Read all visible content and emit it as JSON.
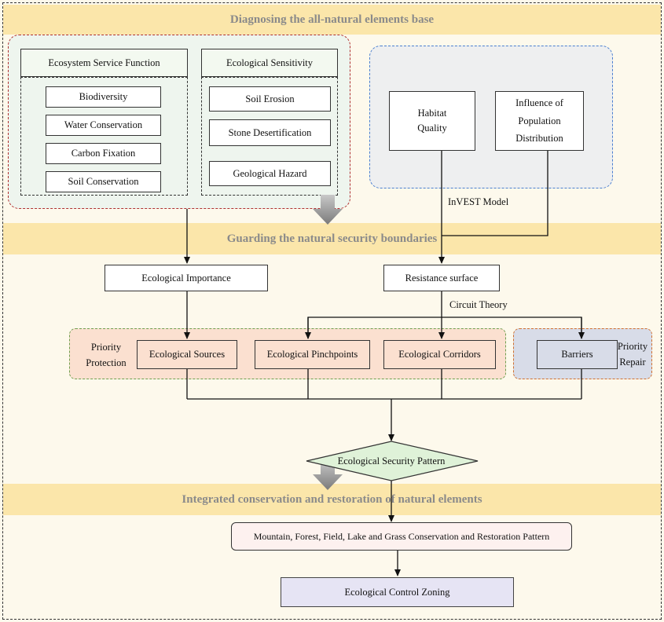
{
  "bands": {
    "top": "Diagnosing the all-natural elements base",
    "middle": "Guarding the natural security boundaries",
    "bottom": "Integrated conservation and restoration of natural elements"
  },
  "ecosystem": {
    "header": "Ecosystem Service Function",
    "items": [
      "Biodiversity",
      "Water Conservation",
      "Carbon Fixation",
      "Soil Conservation"
    ]
  },
  "sensitivity": {
    "header": "Ecological Sensitivity",
    "items": [
      "Soil Erosion",
      "Stone Desertification",
      "Geological Hazard"
    ]
  },
  "invest": {
    "habitat": "Habitat Quality",
    "population": "Influence of Population Distribution",
    "model_label": "InVEST Model"
  },
  "importance": "Ecological Importance",
  "resistance": "Resistance surface",
  "circuit_label": "Circuit Theory",
  "protection": {
    "label": "Priority Protection",
    "sources": "Ecological Sources",
    "pinchpoints": "Ecological Pinchpoints",
    "corridors": "Ecological Corridors"
  },
  "repair": {
    "label": "Priority Repair",
    "barriers": "Barriers"
  },
  "pattern": "Ecological Security Pattern",
  "restoration": "Mountain, Forest, Field, Lake and Grass Conservation and Restoration Pattern",
  "zoning": "Ecological Control Zoning",
  "colors": {
    "band": "#fbe6aa",
    "background": "#fdf9ec",
    "red_dashed": "#b03030",
    "blue_dashed": "#4a7fd0",
    "green_dashed": "#70a050",
    "orange_dashed": "#d07030",
    "protection_fill": "#fbe0d0",
    "repair_fill": "#d8dce8",
    "diamond_fill": "#dff2d8",
    "restoration_fill": "#fdf1ef",
    "zoning_fill": "#e6e4f4"
  }
}
